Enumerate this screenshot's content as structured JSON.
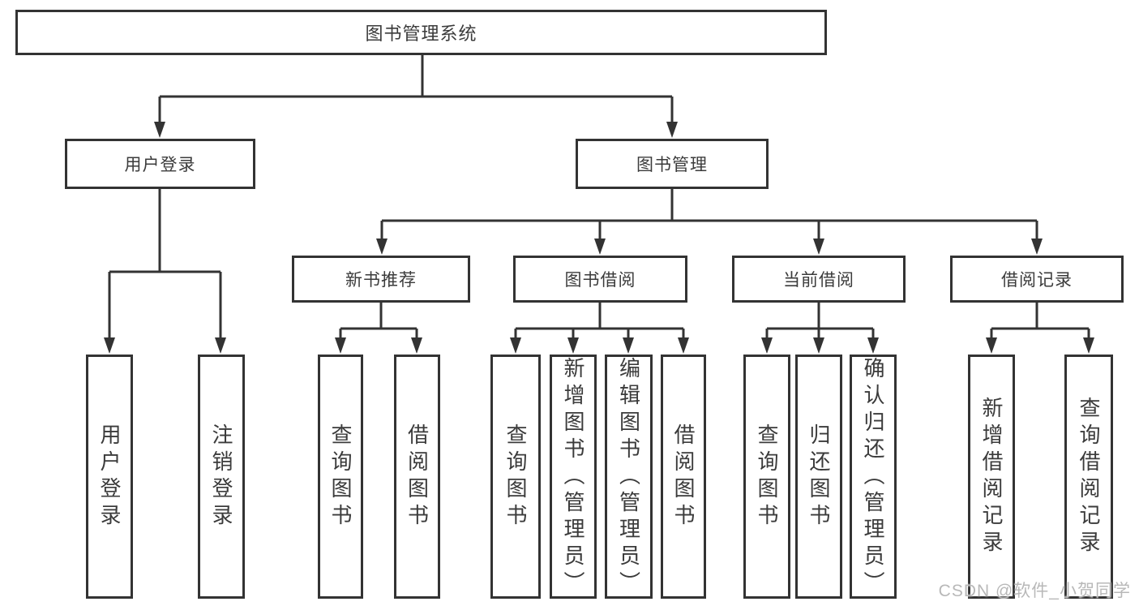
{
  "tree": {
    "root": {
      "label": "图书管理系统"
    },
    "branches": [
      {
        "label": "用户登录",
        "children": [
          {
            "label": "用户登录"
          },
          {
            "label": "注销登录"
          }
        ]
      },
      {
        "label": "图书管理",
        "children": [
          {
            "label": "新书推荐",
            "children": [
              {
                "label": "查询图书"
              },
              {
                "label": "借阅图书"
              }
            ]
          },
          {
            "label": "图书借阅",
            "children": [
              {
                "label": "查询图书"
              },
              {
                "label": "新增图书（管理员）"
              },
              {
                "label": "编辑图书（管理员）"
              },
              {
                "label": "借阅图书"
              }
            ]
          },
          {
            "label": "当前借阅",
            "children": [
              {
                "label": "查询图书"
              },
              {
                "label": "归还图书"
              },
              {
                "label": "确认归还（管理员）"
              }
            ]
          },
          {
            "label": "借阅记录",
            "children": [
              {
                "label": "新增借阅记录"
              },
              {
                "label": "查询借阅记录"
              }
            ]
          }
        ]
      }
    ]
  },
  "watermark": {
    "text": "CSDN @软件_小贺同学"
  },
  "colors": {
    "line": "#333333",
    "text": "#3b3b3b",
    "background": "#ffffff",
    "watermark": "#b8b8b8"
  }
}
